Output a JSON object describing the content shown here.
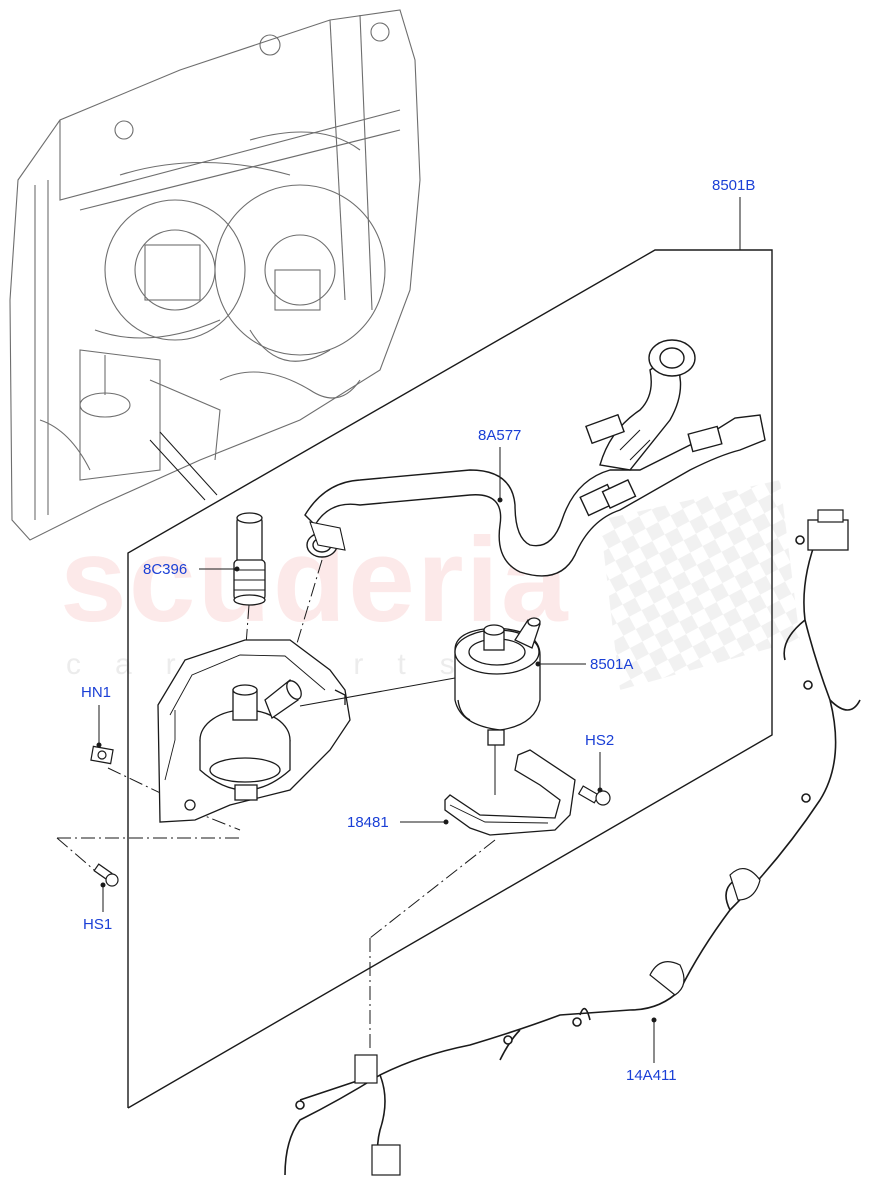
{
  "watermark": {
    "brand": "scuderia",
    "sub": "car parts"
  },
  "labels": {
    "l8501B": "8501B",
    "l8A577": "8A577",
    "l8C396": "8C396",
    "l8501A": "8501A",
    "lHN1": "HN1",
    "lHS2": "HS2",
    "l18481": "18481",
    "lHS1": "HS1",
    "l14A411": "14A411"
  },
  "colors": {
    "callout": "#1a3fd6",
    "line": "#1a1a1a",
    "faint": "#7a7a7a",
    "watermark_red": "#eb7878"
  }
}
